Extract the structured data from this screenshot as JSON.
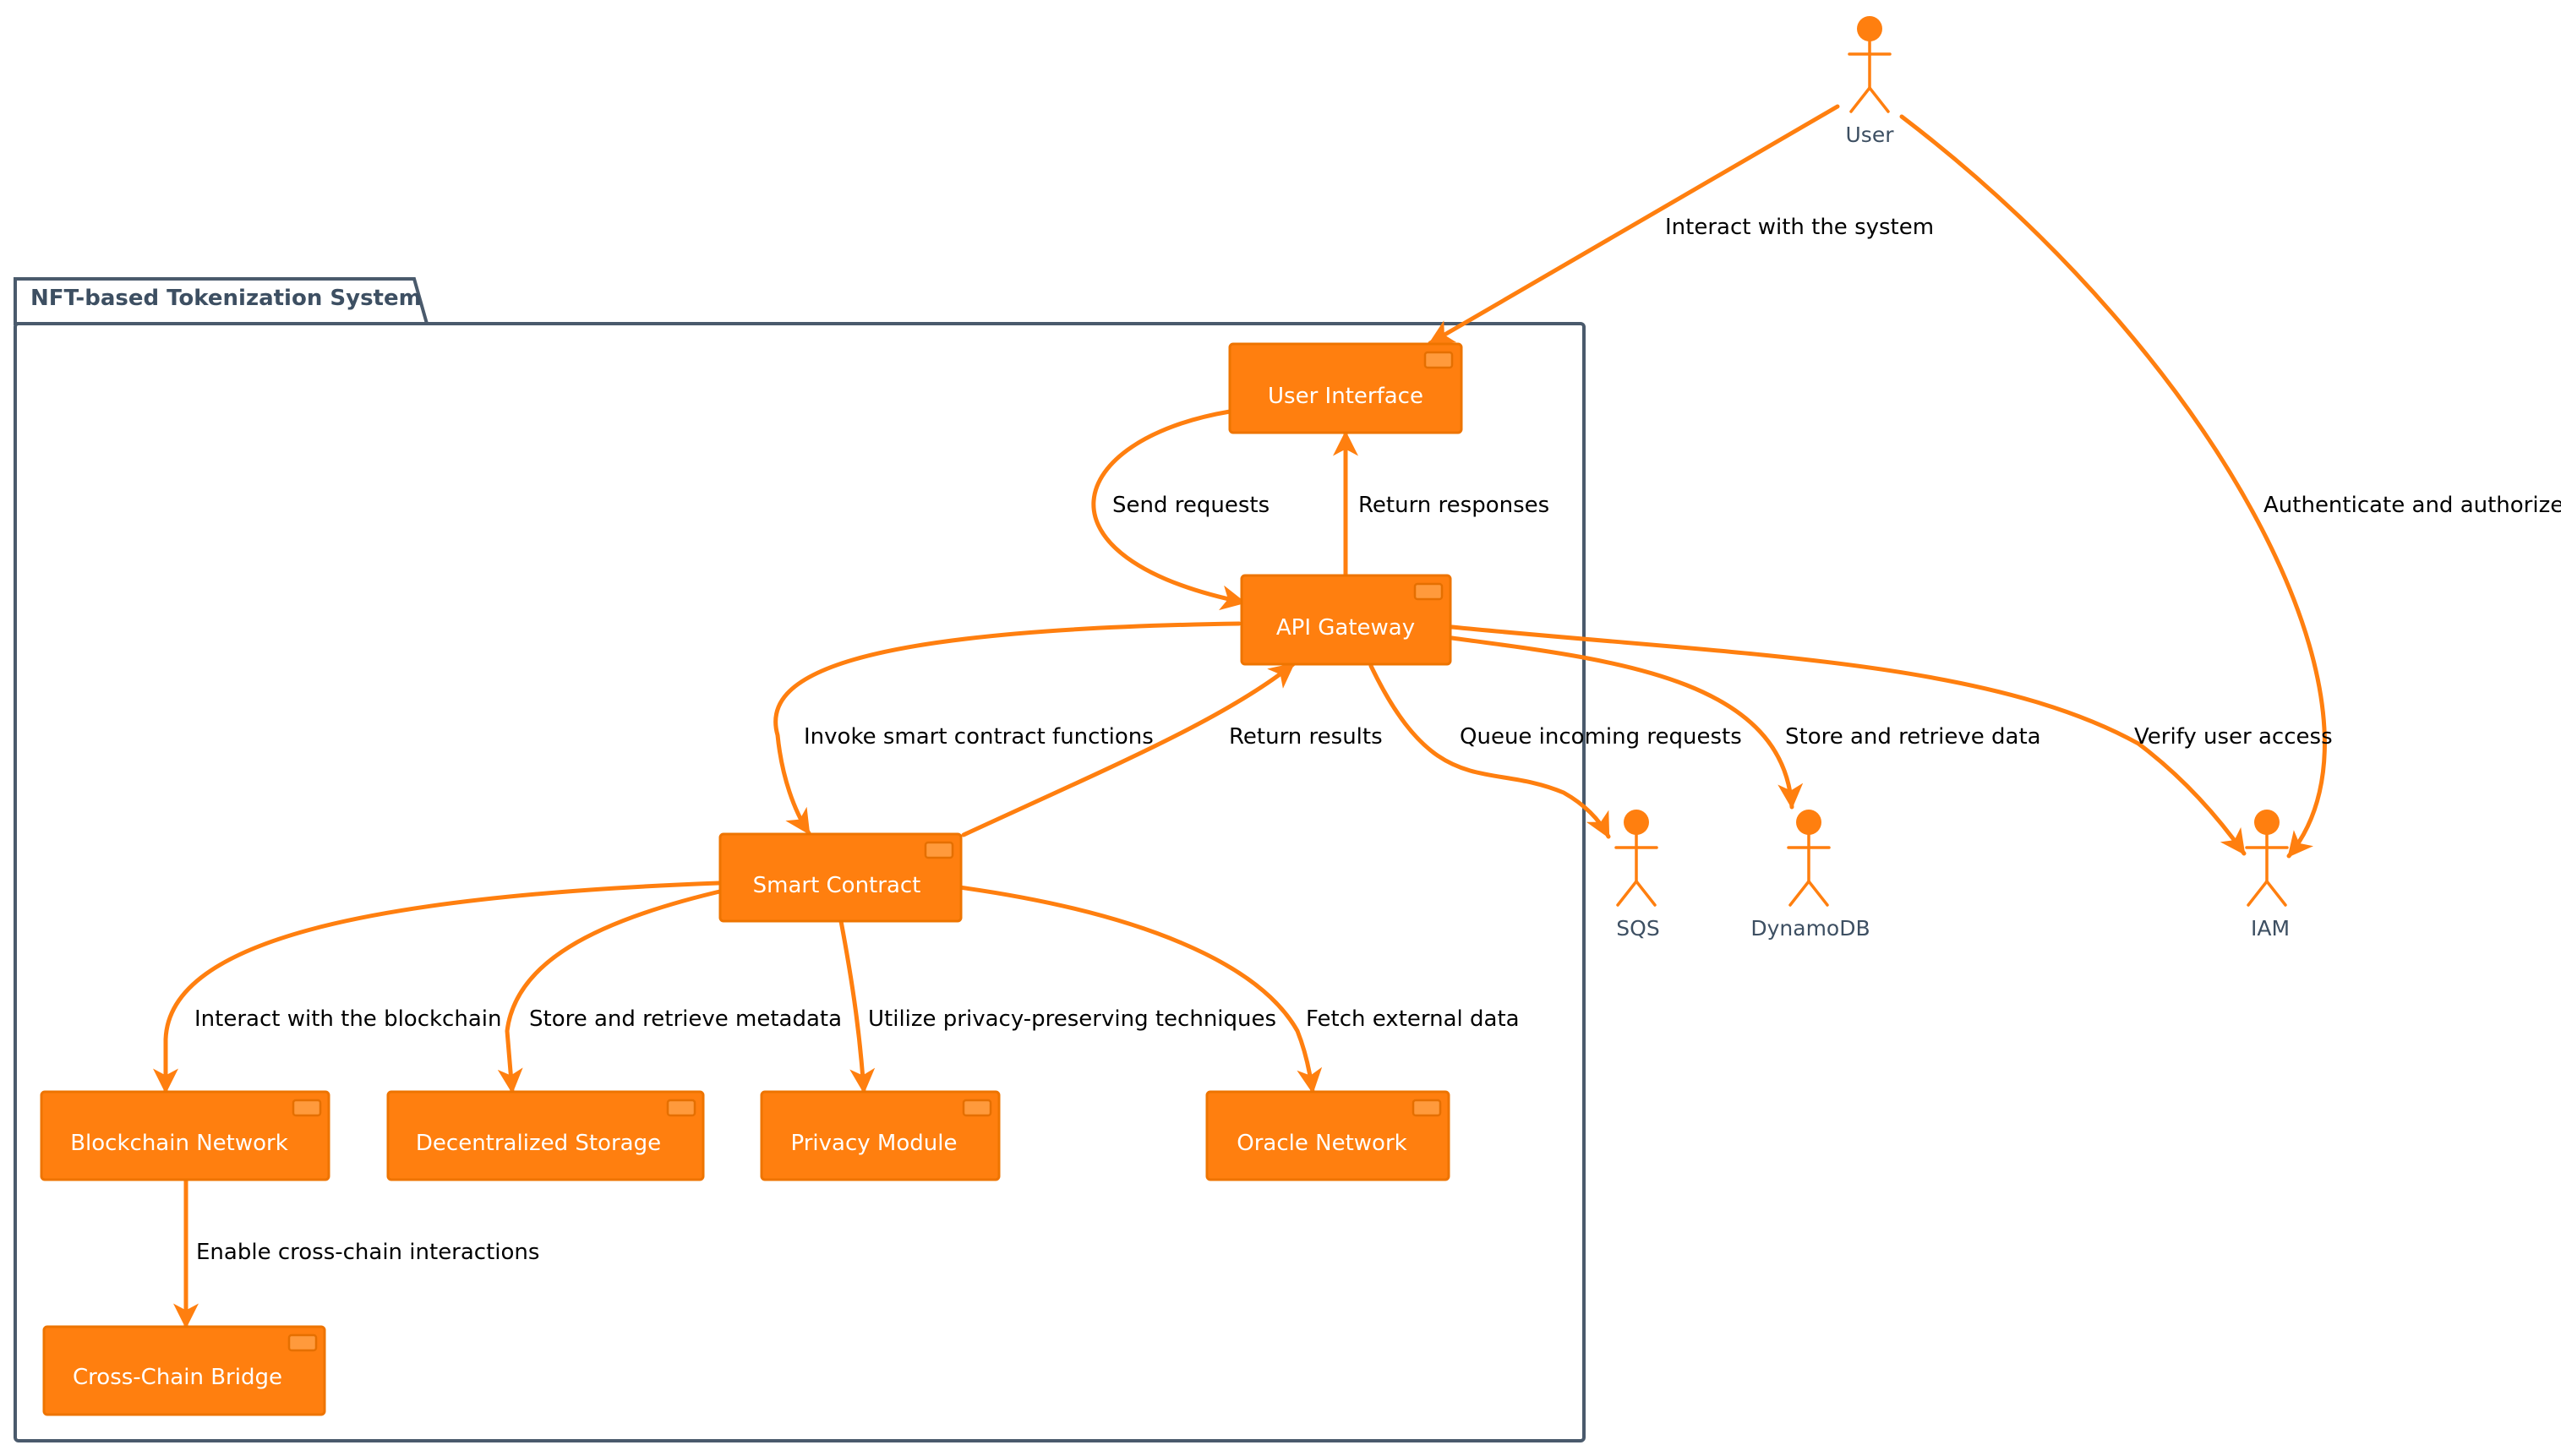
{
  "colors": {
    "accent": "#ff7f0f",
    "border": "#4a5a6c",
    "text": "#000000",
    "actor_text": "#3d4f62"
  },
  "package": {
    "title": "NFT-based Tokenization System"
  },
  "components": {
    "user_interface": "User Interface",
    "api_gateway": "API Gateway",
    "smart_contract": "Smart Contract",
    "blockchain_network": "Blockchain Network",
    "decentralized_storage": "Decentralized Storage",
    "privacy_module": "Privacy Module",
    "oracle_network": "Oracle Network",
    "cross_chain_bridge": "Cross-Chain Bridge"
  },
  "actors": {
    "user": "User",
    "sqs": "SQS",
    "dynamodb": "DynamoDB",
    "iam": "IAM"
  },
  "edges": {
    "interact_system": "Interact with the system",
    "authenticate": "Authenticate and authorize",
    "send_requests": "Send requests",
    "return_responses": "Return responses",
    "invoke_functions": "Invoke smart contract functions",
    "return_results": "Return results",
    "queue_requests": "Queue incoming requests",
    "store_data": "Store and retrieve data",
    "verify_access": "Verify user access",
    "interact_blockchain": "Interact with the blockchain",
    "store_metadata": "Store and retrieve metadata",
    "privacy_techniques": "Utilize privacy-preserving techniques",
    "fetch_external": "Fetch external data",
    "cross_chain": "Enable cross-chain interactions"
  }
}
